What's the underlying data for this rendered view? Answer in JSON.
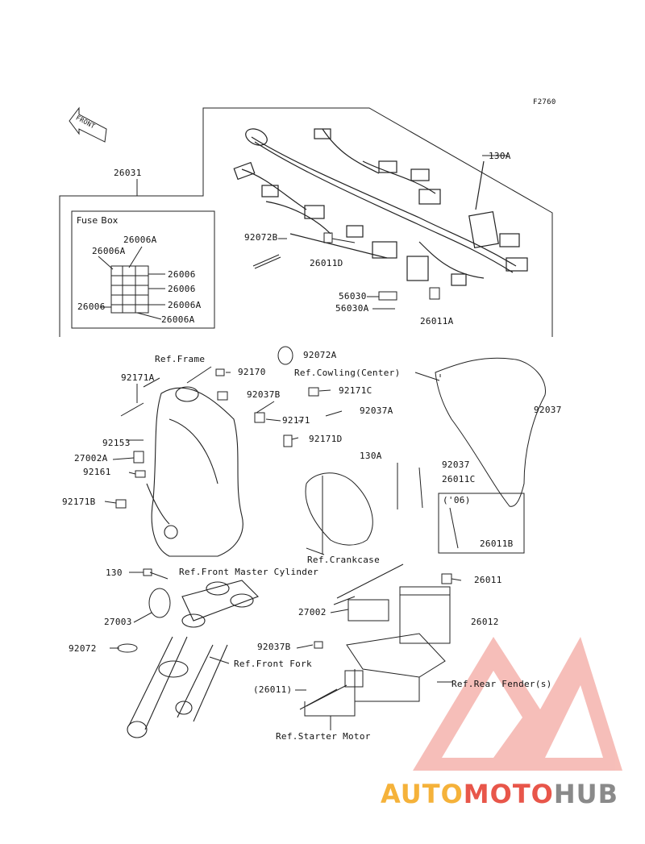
{
  "diagram_id": "F2760",
  "front_badge": "FRONT",
  "fuse_box": {
    "title": "Fuse Box",
    "codes": [
      "26006A",
      "26006A",
      "26006",
      "26006",
      "26006",
      "26006A",
      "26006A"
    ]
  },
  "part_labels": {
    "p26031": "26031",
    "p130A_top": "130A",
    "p92072B": "92072B",
    "p26011D": "26011D",
    "p56030": "56030",
    "p56030A": "56030A",
    "p26011A": "26011A",
    "p92072A": "92072A",
    "p92170": "92170",
    "p92171A": "92171A",
    "p92037B_top": "92037B",
    "p92171C": "92171C",
    "p92171": "92171",
    "p92037A": "92037A",
    "p92171D": "92171D",
    "p92037_right": "92037",
    "p92153": "92153",
    "p27002A": "27002A",
    "p92161": "92161",
    "p130A_mid": "130A",
    "p92037_mid": "92037",
    "p26011C": "26011C",
    "p06": "('06)",
    "p26011B": "26011B",
    "p92171B": "92171B",
    "p130": "130",
    "p27003": "27003",
    "p92072": "92072",
    "p26011": "26011",
    "p27002": "27002",
    "p26012": "26012",
    "p92037B_bot": "92037B",
    "p26011_paren": "(26011)"
  },
  "references": {
    "frame": "Ref.Frame",
    "cowling": "Ref.Cowling(Center)",
    "crankcase": "Ref.Crankcase",
    "master_cyl": "Ref.Front Master Cylinder",
    "front_fork": "Ref.Front Fork",
    "rear_fender": "Ref.Rear Fender(s)",
    "starter": "Ref.Starter Motor"
  },
  "watermark": {
    "part1": "AUTO",
    "part2": "MOTO",
    "part3": "HUB"
  },
  "colors": {
    "line": "#222222",
    "logo_orange": "#f5b23a",
    "logo_red": "#e8564a",
    "logo_gray": "#8a8a8a"
  }
}
